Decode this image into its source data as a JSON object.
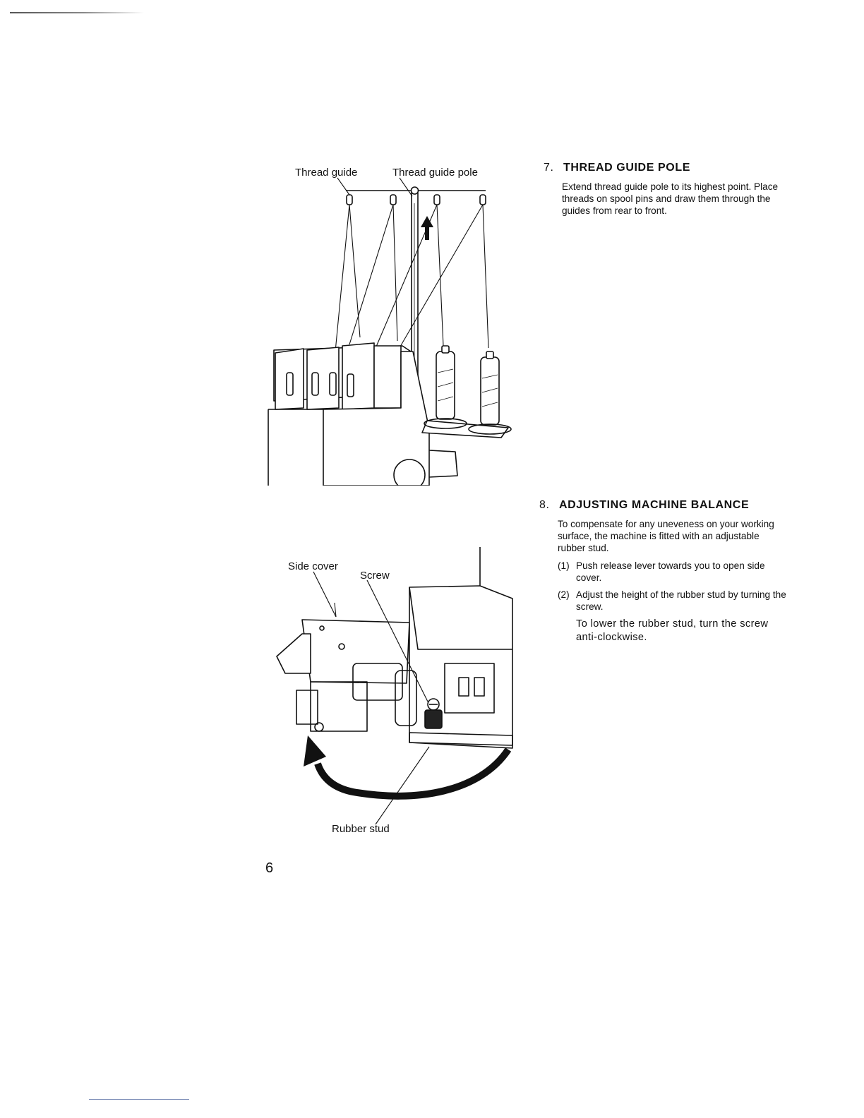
{
  "figure_thread_guide_pole": {
    "label_thread_guide": "Thread guide",
    "label_thread_guide_pole": "Thread guide pole"
  },
  "figure_machine_balance": {
    "label_side_cover": "Side cover",
    "label_screw": "Screw",
    "label_rubber_stud": "Rubber stud"
  },
  "section7": {
    "number": "7.",
    "heading": "THREAD GUIDE POLE",
    "text": "Extend thread guide pole to its highest point. Place threads on spool pins and draw them through the guides from rear to front."
  },
  "section8": {
    "number": "8.",
    "heading": "ADJUSTING MACHINE BALANCE",
    "intro": "To compensate for any uneveness on your working surface, the machine is fitted with an adjustable rubber stud.",
    "steps": [
      {
        "marker": "(1)",
        "text": "Push release lever towards you to open side cover."
      },
      {
        "marker": "(2)",
        "text": "Adjust the height of the rubber stud by turning the screw."
      }
    ],
    "note": "To lower the rubber stud, turn the screw anti-clockwise."
  },
  "page_number": "6"
}
